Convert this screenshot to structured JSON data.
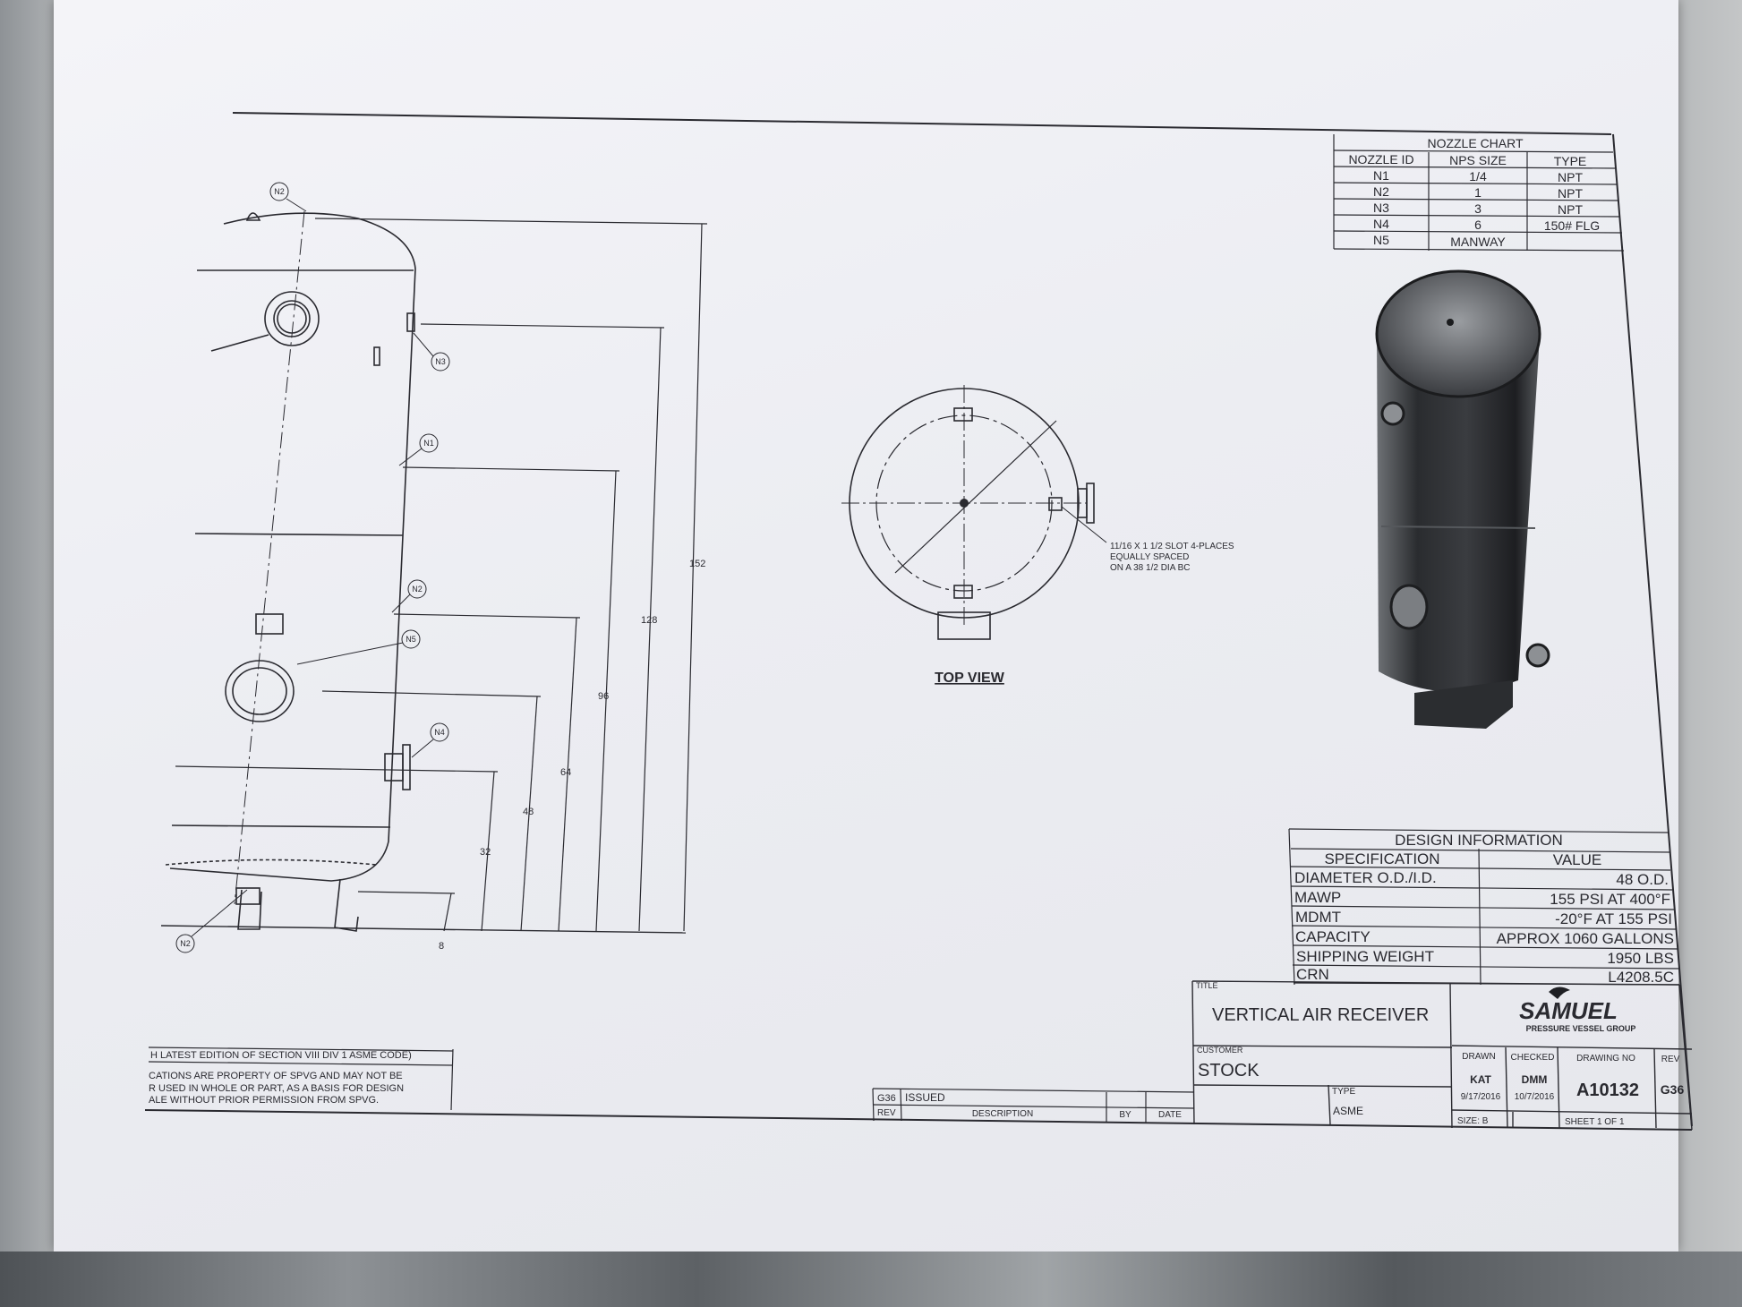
{
  "nozzle_chart": {
    "title": "NOZZLE CHART",
    "headers": [
      "NOZZLE ID",
      "NPS SIZE",
      "TYPE"
    ],
    "rows": [
      [
        "N1",
        "1/4",
        "NPT"
      ],
      [
        "N2",
        "1",
        "NPT"
      ],
      [
        "N3",
        "3",
        "NPT"
      ],
      [
        "N4",
        "6",
        "150# FLG"
      ],
      [
        "N5",
        "MANWAY",
        ""
      ]
    ]
  },
  "callouts": {
    "n2_top": "N2",
    "n3": "N3",
    "n1": "N1",
    "n2_mid": "N2",
    "n5": "N5",
    "n4": "N4",
    "n2_bottom": "N2"
  },
  "dimensions": [
    "152",
    "128",
    "96",
    "64",
    "48",
    "32",
    "8"
  ],
  "top_view": {
    "label": "TOP VIEW",
    "note_lines": [
      "11/16 X 1 1/2 SLOT 4-PLACES",
      "EQUALLY SPACED",
      "ON A 38 1/2 DIA BC"
    ]
  },
  "design_info": {
    "title": "DESIGN INFORMATION",
    "headers": [
      "SPECIFICATION",
      "VALUE"
    ],
    "rows": [
      [
        "DIAMETER O.D./I.D.",
        "48 O.D."
      ],
      [
        "MAWP",
        "155 PSI AT 400°F"
      ],
      [
        "MDMT",
        "-20°F AT 155 PSI"
      ],
      [
        "CAPACITY",
        "APPROX 1060 GALLONS"
      ],
      [
        "SHIPPING WEIGHT",
        "1950 LBS"
      ],
      [
        "CRN",
        "L4208.5C"
      ]
    ]
  },
  "title_block": {
    "title_label": "TITLE",
    "title": "VERTICAL AIR RECEIVER",
    "customer_label": "CUSTOMER",
    "customer": "STOCK",
    "type_label": "TYPE",
    "type": "ASME",
    "logo_name": "SAMUEL",
    "logo_sub": "PRESSURE VESSEL GROUP",
    "drawn_label": "DRAWN",
    "drawn_by": "KAT",
    "drawn_date": "9/17/2016",
    "checked_label": "CHECKED",
    "checked_by": "DMM",
    "checked_date": "10/7/2016",
    "drawing_no_label": "DRAWING NO",
    "drawing_no": "A10132",
    "rev_label": "REV",
    "rev": "G36",
    "size": "SIZE: B",
    "sheet": "SHEET 1  OF 1"
  },
  "revision_block": {
    "rev": "G36",
    "description": "ISSUED",
    "col_rev": "REV",
    "col_description": "DESCRIPTION",
    "col_by": "BY",
    "col_date": "DATE"
  },
  "notes": {
    "line1": "H LATEST EDITION OF SECTION VIII DIV 1 ASME CODE)",
    "line2": "CATIONS ARE PROPERTY OF SPVG AND MAY NOT BE",
    "line3": "R USED IN WHOLE OR PART, AS A BASIS FOR DESIGN",
    "line4": "ALE WITHOUT PRIOR PERMISSION FROM SPVG."
  },
  "colors": {
    "ink": "#2a2a30",
    "paper": "#eeeff3",
    "vessel_dark": "#2e3033",
    "vessel_light": "#8a8d91"
  }
}
